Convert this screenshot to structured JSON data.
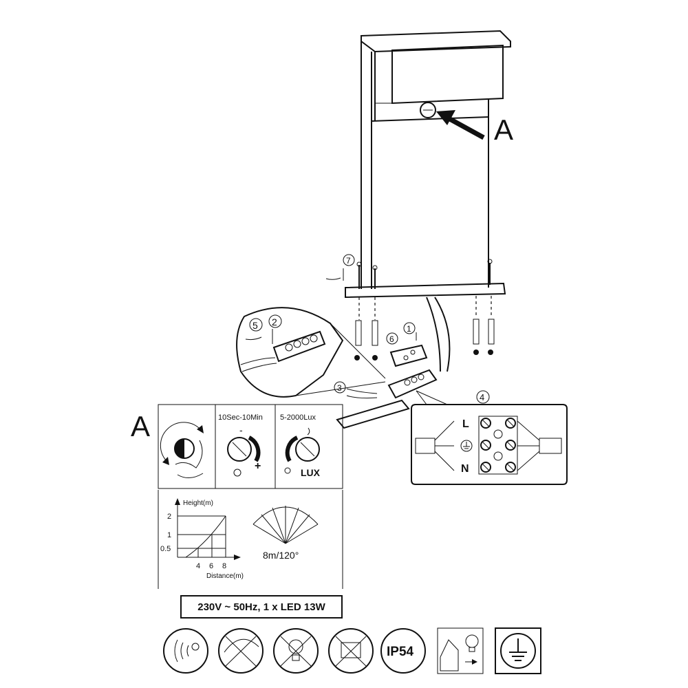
{
  "labels": {
    "a_top": "A",
    "a_panel": "A",
    "step1": "1",
    "step2": "2",
    "step3": "3",
    "step4": "4",
    "step5": "5",
    "step6": "6",
    "step7": "7"
  },
  "settings": {
    "time_label": "10Sec-10Min",
    "lux_label": "5-2000Lux",
    "lux_text": "LUX",
    "plus": "+",
    "minus": "-"
  },
  "detection": {
    "y_axis_label": "Height(m)",
    "x_axis_label": "Distance(m)",
    "y_ticks": [
      "2",
      "1",
      "0.5"
    ],
    "x_ticks": [
      "4",
      "6",
      "8"
    ],
    "range_label": "8m/120°"
  },
  "wiring": {
    "terminals": [
      "L",
      "N"
    ]
  },
  "spec": "230V ~ 50Hz, 1 x LED 13W",
  "icons": {
    "ip_rating": "IP54",
    "names": [
      "motion-sensor-icon",
      "no-cover-icon",
      "led-bulb-icon",
      "no-dimmer-icon",
      "ip54-icon",
      "outdoor-lamp-icon",
      "earth-ground-icon"
    ]
  }
}
